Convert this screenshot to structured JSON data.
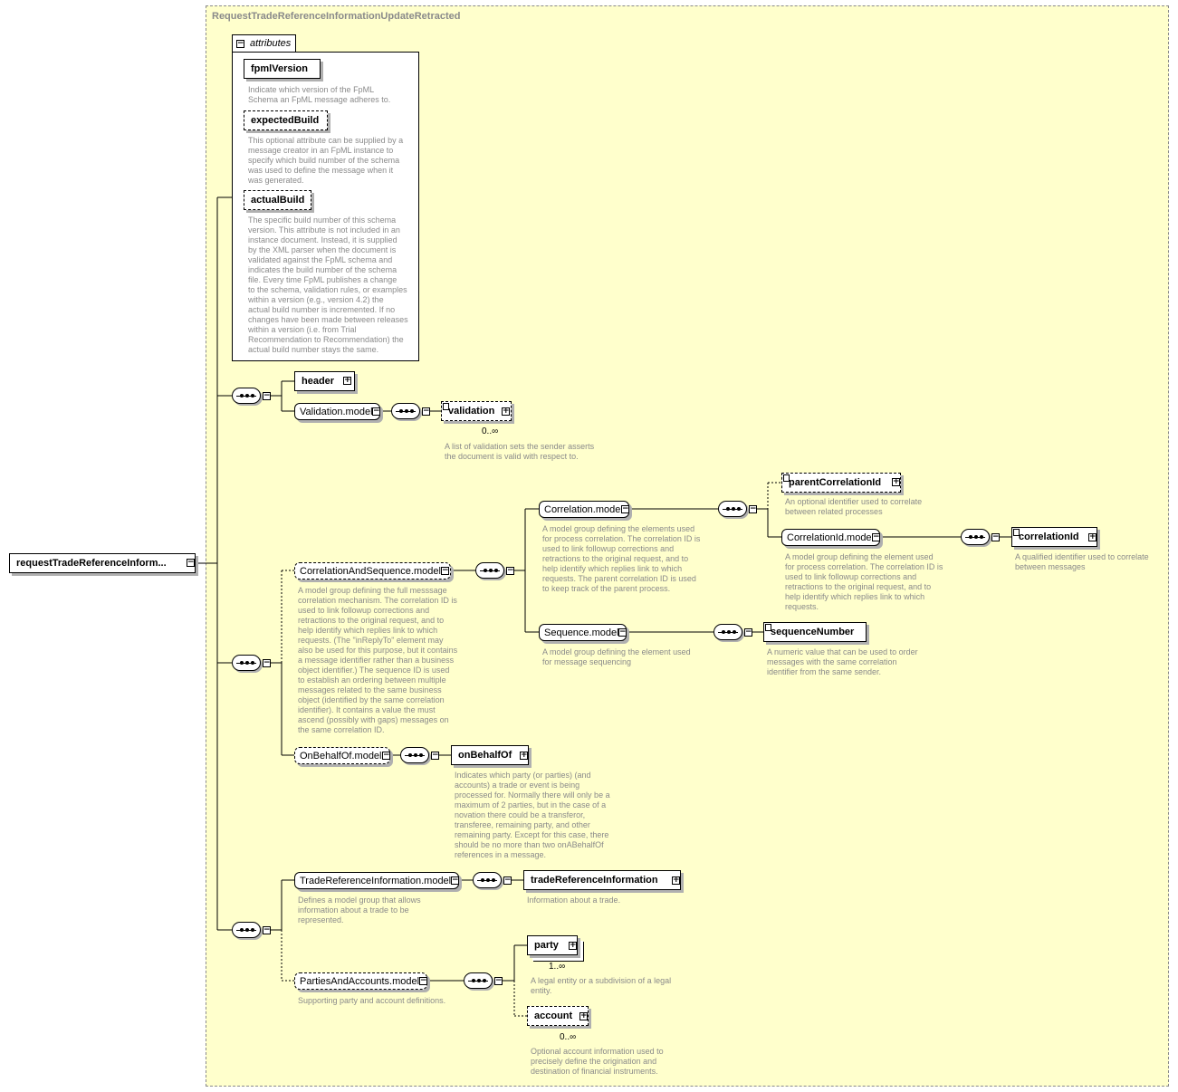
{
  "root_element": "requestTradeReferenceInform...",
  "frame_title": "RequestTradeReferenceInformationUpdateRetracted",
  "attributes": {
    "tab_label": "attributes",
    "items": [
      {
        "name": "fpmlVersion",
        "desc": "Indicate which version of the FpML\nSchema an FpML message adheres to."
      },
      {
        "name": "expectedBuild",
        "desc": "This optional attribute can be supplied by a\nmessage creator in an FpML instance to\nspecify which build number of the schema\nwas used to define the message when it\nwas generated."
      },
      {
        "name": "actualBuild",
        "desc": "The specific build number of this schema\nversion. This attribute is not included in an\ninstance document. Instead, it is supplied\nby the XML parser when the document is\nvalidated against the FpML schema and\nindicates the build number of the schema\nfile. Every time FpML publishes a change\nto the schema, validation rules, or examples\nwithin a version (e.g., version 4.2) the\nactual build number is incremented. If no\nchanges have been made between releases\nwithin a version (i.e. from Trial\nRecommendation to Recommendation) the\nactual build number stays the same."
      }
    ]
  },
  "nodes": {
    "header": {
      "label": "header"
    },
    "validation_model": {
      "label": "Validation.model"
    },
    "validation": {
      "label": "validation",
      "card": "0..∞",
      "desc": "A list of validation sets the sender asserts\nthe document is valid with respect to."
    },
    "correlation_and_sequence_model": {
      "label": "CorrelationAndSequence.model",
      "desc": "A model group defining the full messsage\ncorrelation mechanism. The correlation ID is\nused to link followup corrections and\nretractions to the original request, and to\nhelp identify which replies link to which\nrequests. (The \"inReplyTo\" element may\nalso be used for this purpose, but it contains\na message identifier rather than a business\nobject identifier.) The sequence ID is used\nto establish an ordering between multiple\nmessages related to the same business\nobject (identified by the same correlation\nidentifier). It contains a value the must\nascend (possibly with gaps) messages on\nthe same correlation ID."
    },
    "correlation_model": {
      "label": "Correlation.model",
      "desc": "A model group defining the elements used\nfor process correlation. The correlation ID is\nused to link followup corrections and\nretractions to the original request, and to\nhelp identify which replies link to which\nrequests. The parent correlation ID is used\nto keep track of the parent process."
    },
    "parent_correlation_id": {
      "label": "parentCorrelationId",
      "desc": "An optional identifier used to correlate\nbetween related processes"
    },
    "correlation_id_model": {
      "label": "CorrelationId.model",
      "desc": "A model group defining the element used\nfor process correlation. The correlation ID is\nused to link followup corrections and\nretractions to the original request, and to\nhelp identify which replies link to which\nrequests."
    },
    "correlation_id": {
      "label": "correlationId",
      "desc": "A qualified identifier used to correlate\nbetween messages"
    },
    "sequence_model": {
      "label": "Sequence.model",
      "desc": "A model group defining the element used\nfor message sequencing"
    },
    "sequence_number": {
      "label": "sequenceNumber",
      "desc": "A numeric value that can be used to order\nmessages with the same correlation\nidentifier from the same sender."
    },
    "on_behalf_of_model": {
      "label": "OnBehalfOf.model"
    },
    "on_behalf_of": {
      "label": "onBehalfOf",
      "desc": "Indicates which party (or parties) (and\naccounts) a trade or event is being\nprocessed for. Normally there will only be a\nmaximum of 2 parties, but in the case of a\nnovation there could be a transferor,\ntransferee, remaining party, and other\nremaining party. Except for this case, there\nshould be no more than two onABehalfOf\nreferences in a message."
    },
    "trade_reference_information_model": {
      "label": "TradeReferenceInformation.model",
      "desc": "Defines a model group that allows\ninformation about a trade to be\nrepresented."
    },
    "trade_reference_information": {
      "label": "tradeReferenceInformation",
      "desc": "Information about a trade."
    },
    "parties_and_accounts_model": {
      "label": "PartiesAndAccounts.model",
      "desc": "Supporting party and account definitions."
    },
    "party": {
      "label": "party",
      "card": "1..∞",
      "desc": "A legal entity or a subdivision of a legal\nentity."
    },
    "account": {
      "label": "account",
      "card": "0..∞",
      "desc": "Optional account information used to\nprecisely define the origination and\ndestination of financial instruments."
    }
  }
}
